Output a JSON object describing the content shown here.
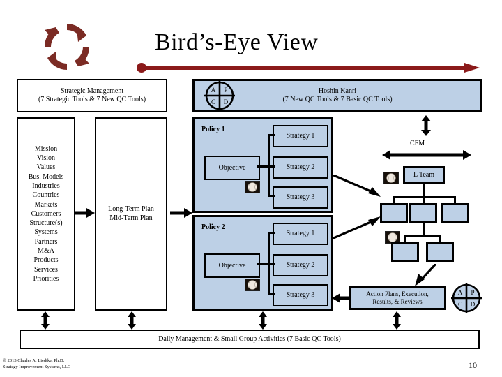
{
  "slide": {
    "title": "Bird’s-Eye View",
    "page_number": "10",
    "copyright_line1": "© 2013  Charles A. Liedtke, Ph.D.",
    "copyright_line2": "Strategy Improvement Systems, LLC",
    "accent_color": "#8b1a1a",
    "box_fill_color": "#bdd0e6"
  },
  "header": {
    "strategic_management": {
      "line1": "Strategic Management",
      "line2": "(7 Strategic Tools & 7 New QC Tools)"
    },
    "hoshin_kanri": {
      "line1": "Hoshin Kanri",
      "line2": "(7 New QC Tools & 7 Basic QC Tools)"
    },
    "pdca": {
      "a": "A",
      "p": "P",
      "c": "C",
      "d": "D"
    }
  },
  "left_column": {
    "items": [
      "Mission",
      "Vision",
      "Values",
      "Bus. Models",
      "Industries",
      "Countries",
      "Markets",
      "Customers",
      "Structure(s)",
      "Systems",
      "Partners",
      "M&A",
      "Products",
      "Services",
      "Priorities"
    ]
  },
  "plan_box": {
    "line1": "Long-Term Plan",
    "line2": "Mid-Term Plan"
  },
  "policies": [
    {
      "label": "Policy 1",
      "objective": "Objective",
      "strategies": [
        "Strategy 1",
        "Strategy 2",
        "Strategy 3"
      ]
    },
    {
      "label": "Policy 2",
      "objective": "Objective",
      "strategies": [
        "Strategy 1",
        "Strategy 2",
        "Strategy 3"
      ]
    }
  ],
  "right_cluster": {
    "cfm_label": "CFM",
    "leadership_team": "L Team",
    "org_row2": [
      "",
      "",
      ""
    ],
    "org_row3": [
      "",
      ""
    ],
    "action_plans": {
      "line1": "Action Plans, Execution,",
      "line2": "Results, & Reviews"
    },
    "pdca": {
      "a": "A",
      "p": "P",
      "c": "C",
      "d": "D"
    }
  },
  "footer_bar": {
    "label": "Daily Management & Small Group Activities (7 Basic QC Tools)"
  },
  "icons": {
    "cycle_logo": "circular-arrows-icon",
    "pdca_circle": "pdca-circle-icon",
    "ball": "ball-photo-icon"
  }
}
